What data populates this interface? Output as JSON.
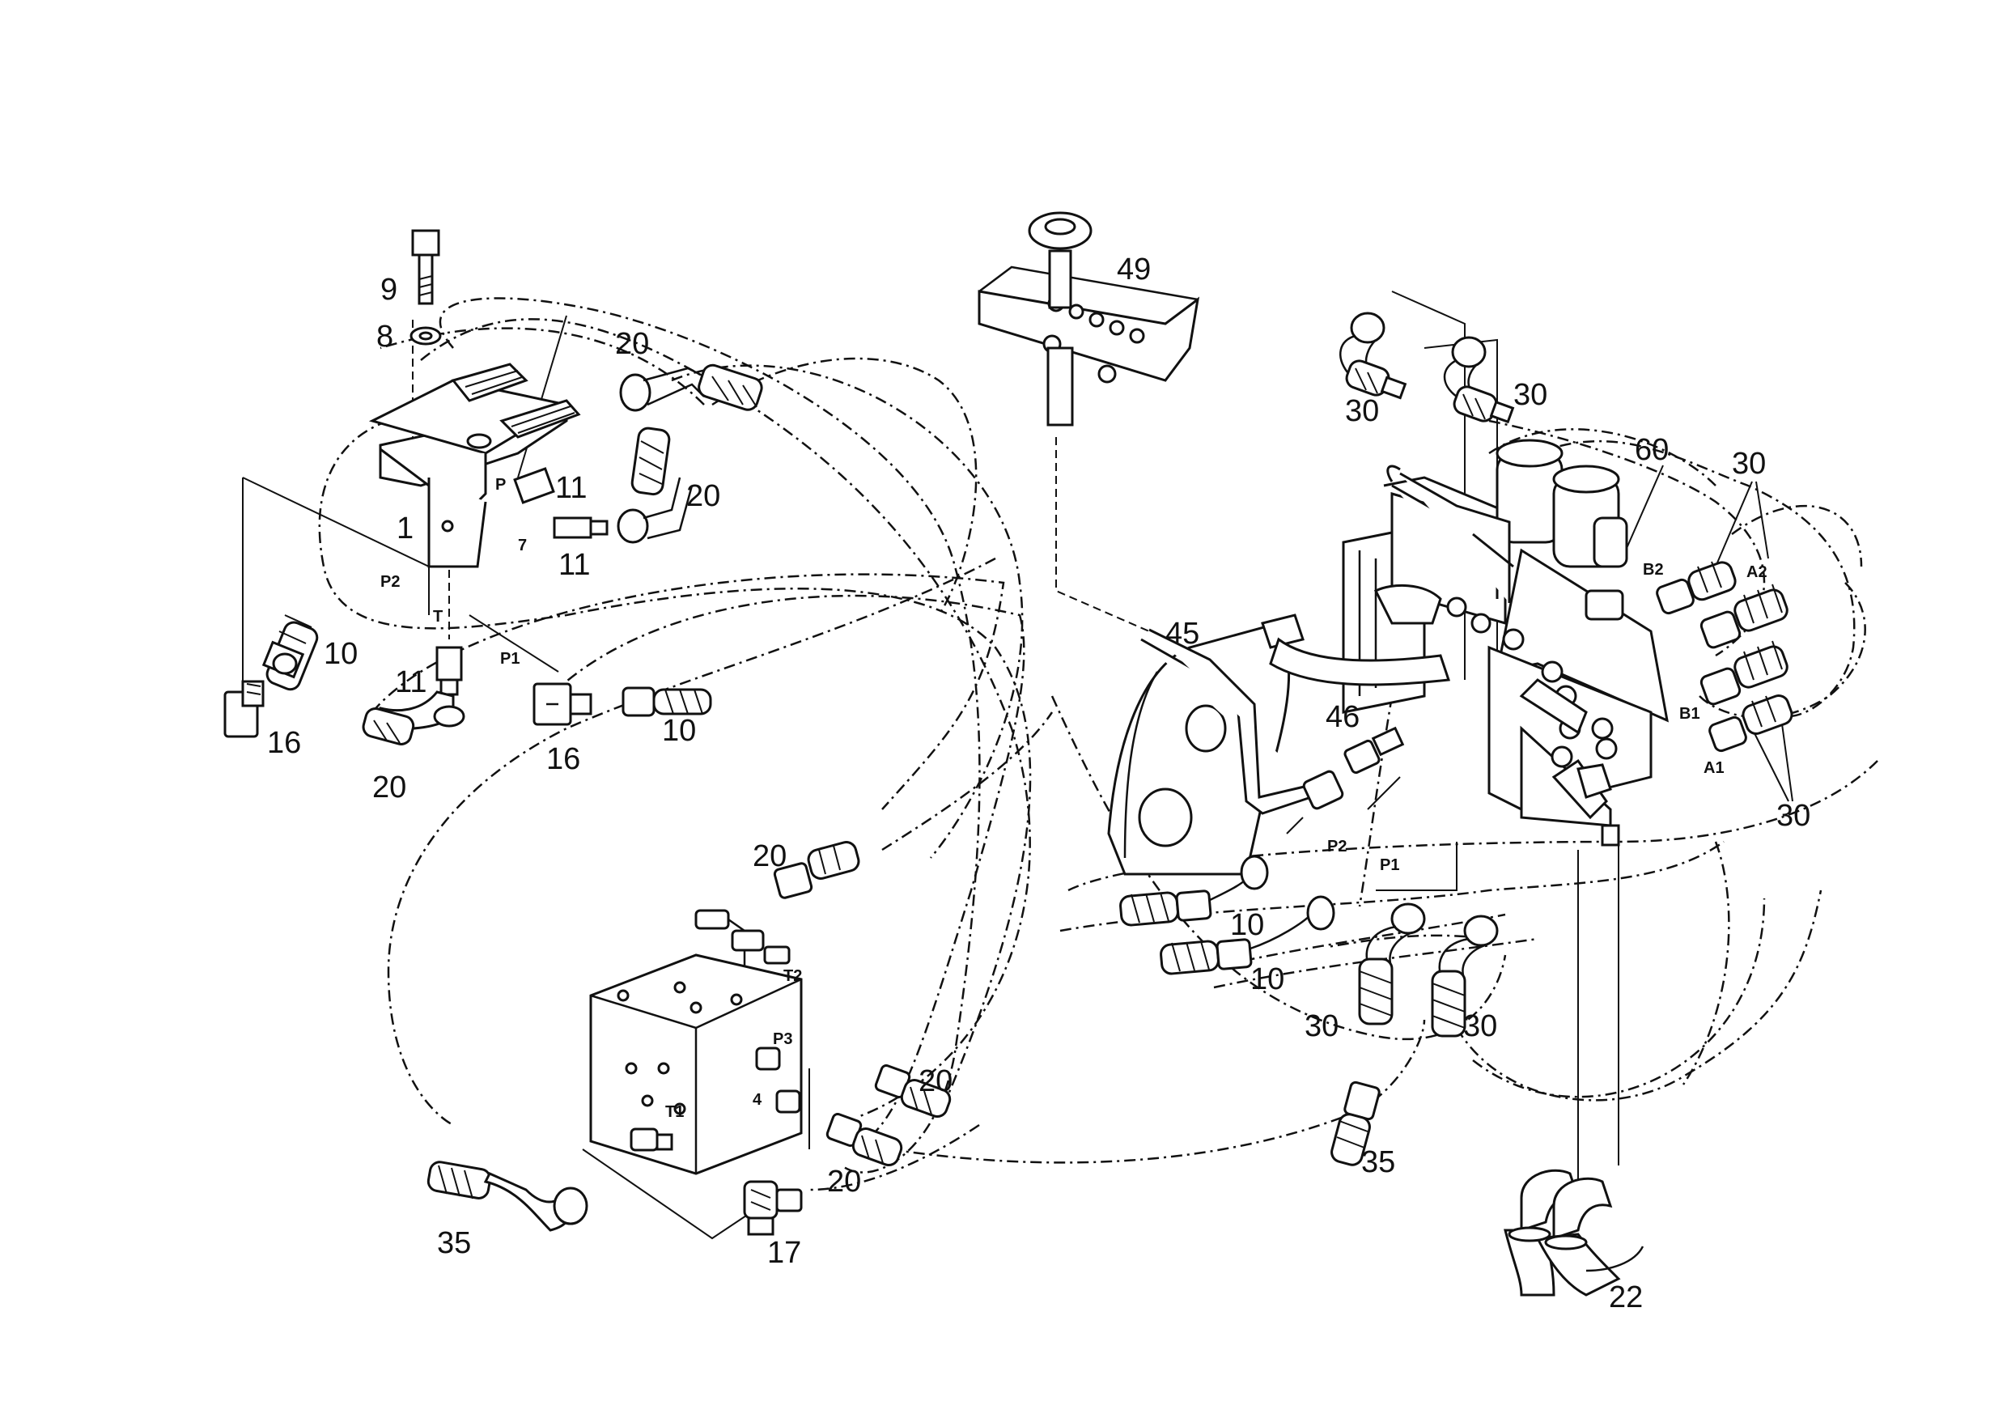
{
  "callouts": {
    "c1": "1",
    "c7": "7",
    "c8": "8",
    "c9": "9",
    "c10a": "10",
    "c10b": "10",
    "c10c": "10",
    "c10d": "10",
    "c11a": "11",
    "c11b": "11",
    "c11c": "11",
    "c16a": "16",
    "c16b": "16",
    "c17": "17",
    "c20a": "20",
    "c20b": "20",
    "c20c": "20",
    "c20d": "20",
    "c20e": "20",
    "c20f": "20",
    "c22": "22",
    "c30a": "30",
    "c30b": "30",
    "c30c": "30",
    "c30d": "30",
    "c30e": "30",
    "c30f": "30",
    "c35a": "35",
    "c35b": "35",
    "c45": "45",
    "c46": "46",
    "c49": "49",
    "c60": "60"
  },
  "ports": {
    "p_pedal_P": "P",
    "p_pedal_P2": "P2",
    "p_pedal_T": "T",
    "p_pedal_P1": "P1",
    "p_block_T2": "T2",
    "p_block_P3": "P3",
    "p_block_4": "4",
    "p_block_T1": "T1",
    "p_valve_B2": "B2",
    "p_valve_A2": "A2",
    "p_valve_B1": "B1",
    "p_valve_A1": "A1",
    "p_line_P2": "P2",
    "p_line_P1": "P1"
  },
  "colors": {
    "ink": "#111111",
    "paper": "#ffffff"
  }
}
